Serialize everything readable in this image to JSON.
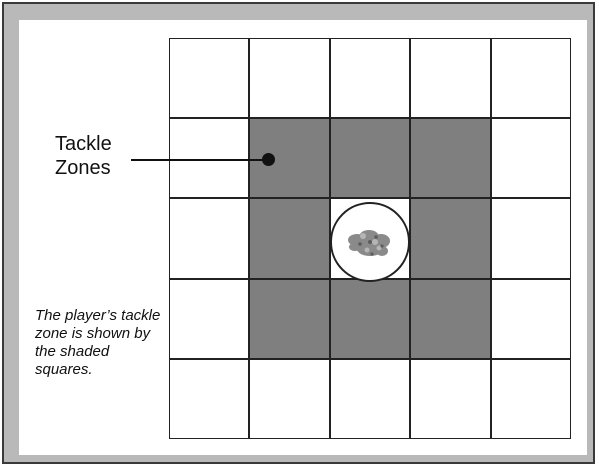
{
  "label": {
    "line1": "Tackle",
    "line2": "Zones"
  },
  "caption": "The player’s tackle zone is shown by the shaded squares.",
  "grid": {
    "rows": 5,
    "cols": 5,
    "shaded_cells": [
      [
        1,
        1
      ],
      [
        1,
        2
      ],
      [
        1,
        3
      ],
      [
        2,
        1
      ],
      [
        2,
        3
      ],
      [
        3,
        1
      ],
      [
        3,
        2
      ],
      [
        3,
        3
      ]
    ],
    "player_cell": [
      2,
      2
    ]
  },
  "colors": {
    "shaded": "#7f7f7f",
    "border": "#222222",
    "frame": "#b9b9b9",
    "background": "#ffffff"
  },
  "icons": {
    "player": "player-figure-icon"
  }
}
